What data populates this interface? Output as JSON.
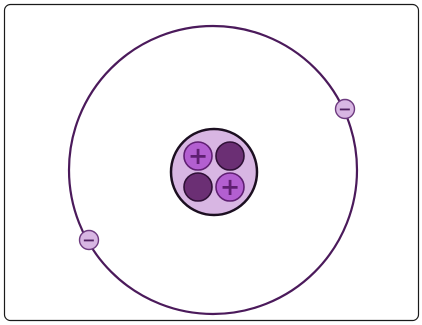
{
  "diagram": {
    "kind": "atom-model",
    "nucleus": {
      "particles": [
        {
          "type": "proton",
          "symbol": "+"
        },
        {
          "type": "neutron",
          "symbol": ""
        },
        {
          "type": "neutron",
          "symbol": ""
        },
        {
          "type": "proton",
          "symbol": "+"
        }
      ]
    },
    "electrons": [
      {
        "symbol": "−"
      },
      {
        "symbol": "−"
      }
    ]
  },
  "colors": {
    "frame": "#1a1a1a",
    "orbit": "#4b1a5b",
    "nucleus_fill": "#d8b6e3",
    "nucleus_outline": "#1c0f21",
    "proton_fill": "#b35fd1",
    "proton_outline": "#5f1f72",
    "proton_symbol": "#5f1f72",
    "neutron_fill": "#6b2f74",
    "neutron_outline": "#2f1036",
    "electron_fill": "#d8b6e3",
    "electron_outline": "#6d3a7f",
    "electron_symbol": "#4f1f60"
  },
  "icons": {
    "proton": "plus-circle",
    "neutron": "filled-circle",
    "electron": "minus-circle"
  }
}
